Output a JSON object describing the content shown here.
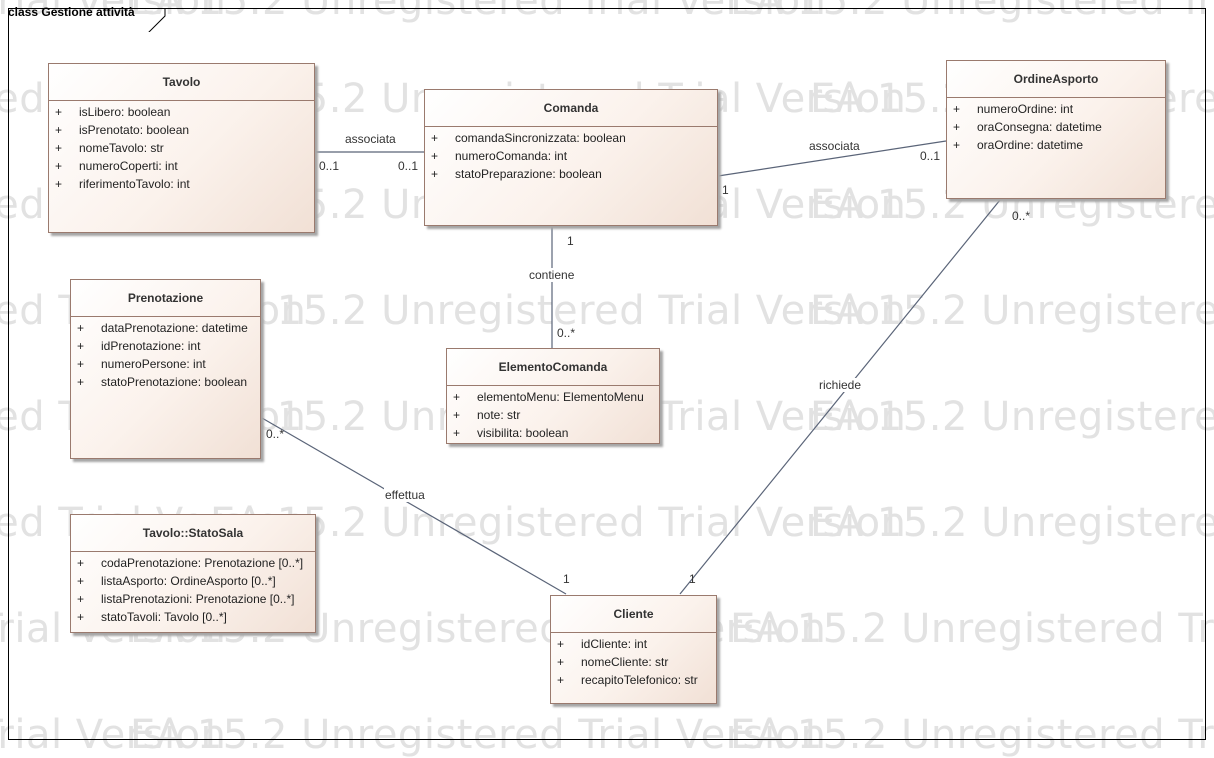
{
  "watermark": "EA 15.2 Unregistered Trial Version",
  "frame": {
    "label": "class Gestione attività"
  },
  "classes": {
    "tavolo": {
      "name": "Tavolo",
      "attributes": [
        {
          "vis": "+",
          "text": "isLibero: boolean"
        },
        {
          "vis": "+",
          "text": "isPrenotato: boolean"
        },
        {
          "vis": "+",
          "text": "nomeTavolo: str"
        },
        {
          "vis": "+",
          "text": "numeroCoperti: int"
        },
        {
          "vis": "+",
          "text": "riferimentoTavolo: int"
        }
      ]
    },
    "comanda": {
      "name": "Comanda",
      "attributes": [
        {
          "vis": "+",
          "text": "comandaSincronizzata: boolean"
        },
        {
          "vis": "+",
          "text": "numeroComanda: int"
        },
        {
          "vis": "+",
          "text": "statoPreparazione: boolean"
        }
      ]
    },
    "ordine": {
      "name": "OrdineAsporto",
      "attributes": [
        {
          "vis": "+",
          "text": "numeroOrdine: int"
        },
        {
          "vis": "+",
          "text": "oraConsegna: datetime"
        },
        {
          "vis": "+",
          "text": "oraOrdine: datetime"
        }
      ]
    },
    "prenotazione": {
      "name": "Prenotazione",
      "attributes": [
        {
          "vis": "+",
          "text": "dataPrenotazione: datetime"
        },
        {
          "vis": "+",
          "text": "idPrenotazione: int"
        },
        {
          "vis": "+",
          "text": "numeroPersone: int"
        },
        {
          "vis": "+",
          "text": "statoPrenotazione: boolean"
        }
      ]
    },
    "elemento": {
      "name": "ElementoComanda",
      "attributes": [
        {
          "vis": "+",
          "text": "elementoMenu: ElementoMenu"
        },
        {
          "vis": "+",
          "text": "note: str"
        },
        {
          "vis": "+",
          "text": "visibilita: boolean"
        }
      ]
    },
    "statosala": {
      "name": "Tavolo::StatoSala",
      "attributes": [
        {
          "vis": "+",
          "text": "codaPrenotazione: Prenotazione [0..*]"
        },
        {
          "vis": "+",
          "text": "listaAsporto: OrdineAsporto [0..*]"
        },
        {
          "vis": "+",
          "text": "listaPrenotazioni: Prenotazione [0..*]"
        },
        {
          "vis": "+",
          "text": "statoTavoli: Tavolo [0..*]"
        }
      ]
    },
    "cliente": {
      "name": "Cliente",
      "attributes": [
        {
          "vis": "+",
          "text": "idCliente: int"
        },
        {
          "vis": "+",
          "text": "nomeCliente: str"
        },
        {
          "vis": "+",
          "text": "recapitoTelefonico: str"
        }
      ]
    }
  },
  "associations": {
    "tavolo_comanda": {
      "label": "associata",
      "mult_a": "0..1",
      "mult_b": "0..1"
    },
    "comanda_ordine": {
      "label": "associata",
      "mult_a": "1",
      "mult_b": "0..1"
    },
    "comanda_elemento": {
      "label": "contiene",
      "mult_a": "1",
      "mult_b": "0..*"
    },
    "prenotazione_cliente": {
      "label": "effettua",
      "mult_a": "0..*",
      "mult_b": "1"
    },
    "ordine_cliente": {
      "label": "richiede",
      "mult_a": "0..*",
      "mult_b": "1"
    }
  },
  "colors": {
    "line": "#5a6478",
    "border": "#9a7a6e",
    "watermark": "#e2e2e2"
  }
}
